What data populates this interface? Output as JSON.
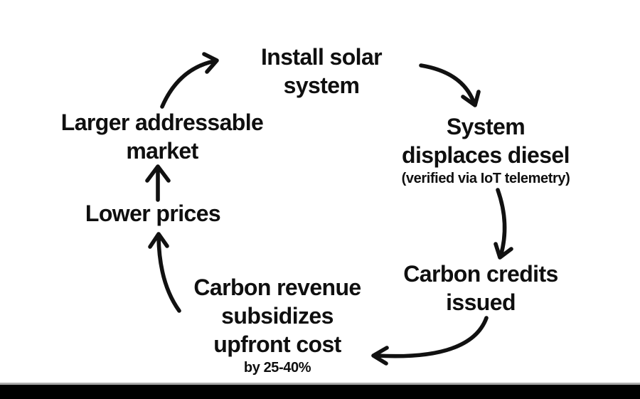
{
  "diagram": {
    "type": "cycle-flywheel",
    "background_color": "#ffffff",
    "text_color": "#0f0f0f",
    "arrow_color": "#111111",
    "nodes": {
      "install_solar": {
        "line1": "Install solar",
        "line2": "system"
      },
      "system_displaces": {
        "line1": "System",
        "line2": "displaces diesel",
        "note": "(verified via IoT telemetry)"
      },
      "carbon_credits": {
        "line1": "Carbon credits",
        "line2": "issued"
      },
      "carbon_revenue": {
        "line1": "Carbon revenue",
        "line2": "subsidizes",
        "line3": "upfront cost",
        "note": "by 25-40%"
      },
      "lower_prices": {
        "line1": "Lower prices"
      },
      "larger_market": {
        "line1": "Larger addressable",
        "line2": "market"
      }
    },
    "edges": [
      {
        "from": "install_solar",
        "to": "system_displaces"
      },
      {
        "from": "system_displaces",
        "to": "carbon_credits"
      },
      {
        "from": "carbon_credits",
        "to": "carbon_revenue"
      },
      {
        "from": "carbon_revenue",
        "to": "lower_prices"
      },
      {
        "from": "lower_prices",
        "to": "larger_market"
      },
      {
        "from": "larger_market",
        "to": "install_solar"
      }
    ],
    "bottom_bar": {
      "color": "#000000",
      "divider_color": "#ababab"
    }
  }
}
